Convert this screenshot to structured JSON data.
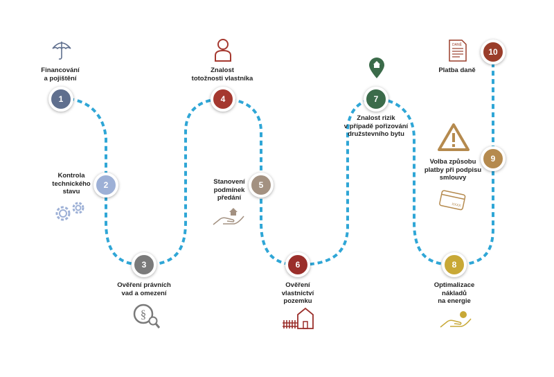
{
  "steps": [
    {
      "number": "1",
      "label": "Financování\na pojištění",
      "color": "#5f6f8e",
      "icon": "umbrella-icon"
    },
    {
      "number": "2",
      "label": "Kontrola\ntechnického\nstavu",
      "color": "#9db0d6",
      "icon": "gears-icon"
    },
    {
      "number": "3",
      "label": "Ověření právních\nvad a omezení",
      "color": "#7a7a7a",
      "icon": "law-magnifier-icon"
    },
    {
      "number": "4",
      "label": "Znalost\ntotožnosti vlastníka",
      "color": "#a5382f",
      "icon": "person-icon"
    },
    {
      "number": "5",
      "label": "Stanovení\npodmínek\npředání",
      "color": "#a39181",
      "icon": "hand-house-icon"
    },
    {
      "number": "6",
      "label": "Ověření\nvlastnictví\npozemku",
      "color": "#9a2e2a",
      "icon": "house-fence-icon"
    },
    {
      "number": "7",
      "label": "Znalost rizik\nv případě pořizování\ndružstevního bytu",
      "color": "#3b6b4a",
      "icon": "location-pin-icon"
    },
    {
      "number": "8",
      "label": "Optimalizace\nnákladů\nna energie",
      "color": "#c8a836",
      "icon": "hand-coin-icon"
    },
    {
      "number": "9",
      "label": "Volba způsobu\nplatby při podpisu\nsmlouvy",
      "color": "#b58a4e",
      "icon": "warning-icon"
    },
    {
      "number": "10",
      "label": "Platba daně",
      "color": "#9a3d2a",
      "icon": "tax-document-icon"
    }
  ],
  "icons": {
    "tax_document_text": "DANĚ",
    "card_text": "XXXX"
  },
  "colors": {
    "path": "#2fa6d6",
    "icon_gray": "#7a7a7a"
  }
}
